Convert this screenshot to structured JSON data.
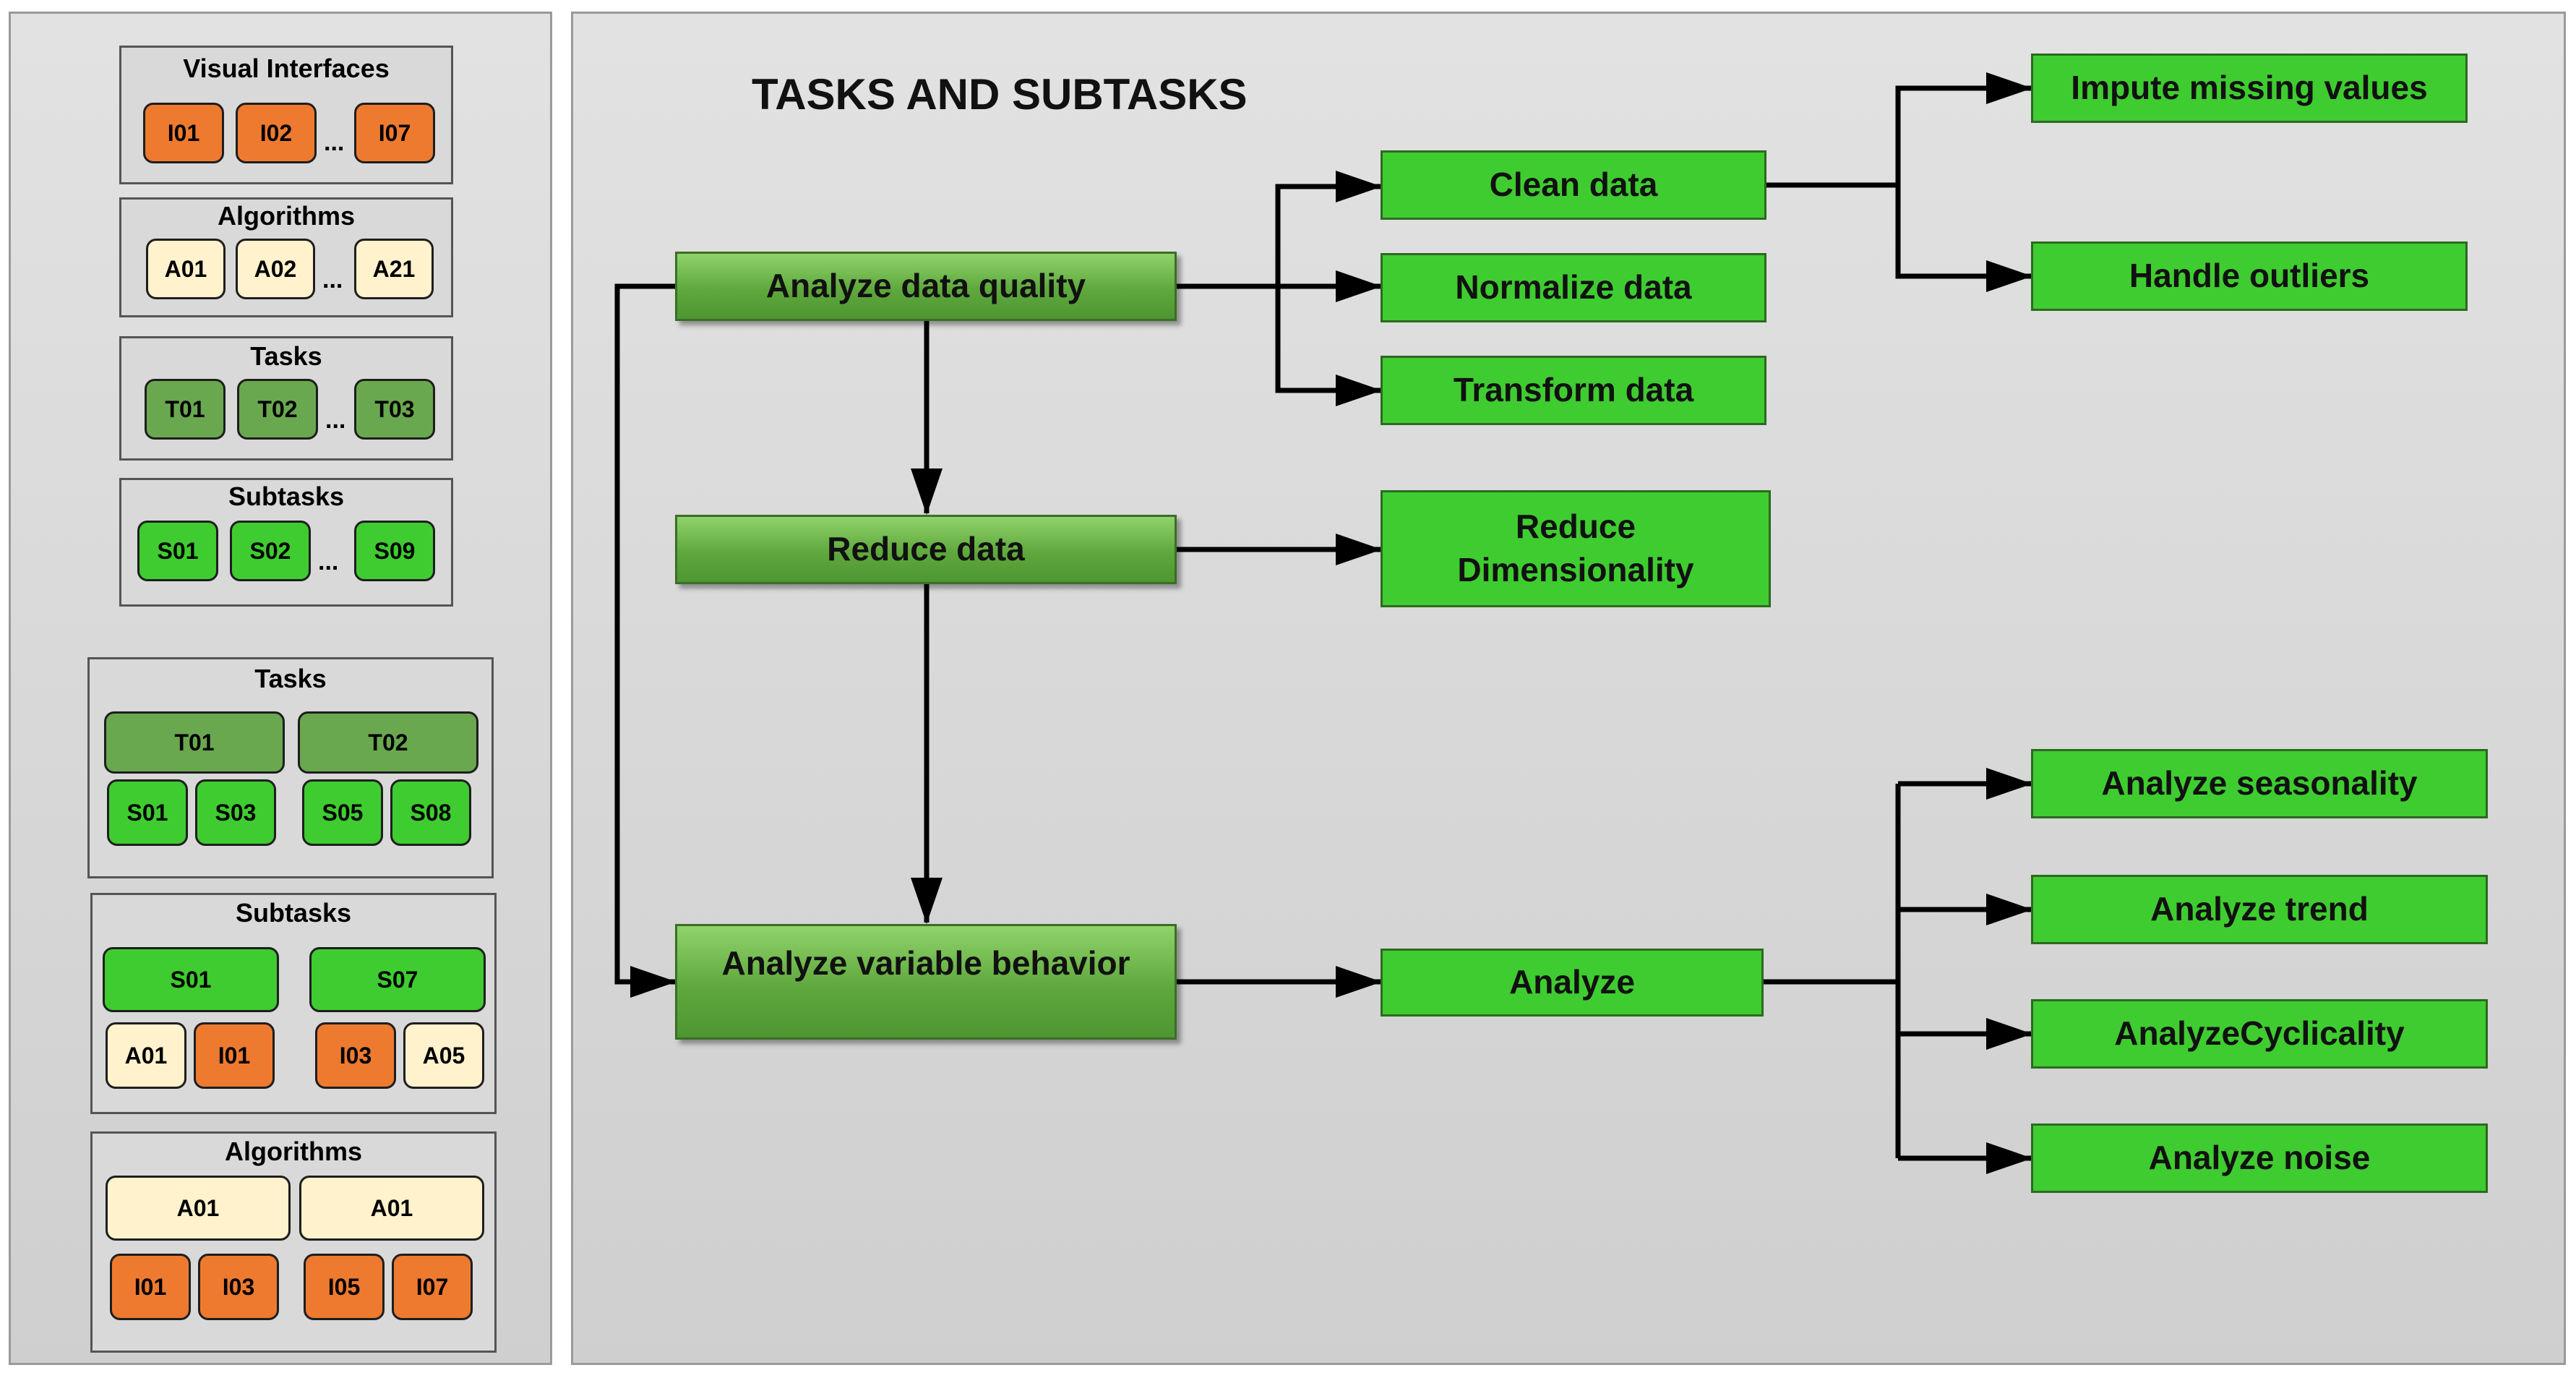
{
  "title": "TASKS AND SUBTASKS",
  "legend": {
    "visual_interfaces": {
      "title": "Visual Interfaces",
      "chips": [
        "I01",
        "I02",
        "I07"
      ],
      "ellipsis": "..."
    },
    "algorithms": {
      "title": "Algorithms",
      "chips": [
        "A01",
        "A02",
        "A21"
      ],
      "ellipsis": "..."
    },
    "tasks": {
      "title": "Tasks",
      "chips": [
        "T01",
        "T02",
        "T03"
      ],
      "ellipsis": "..."
    },
    "subtasks": {
      "title": "Subtasks",
      "chips": [
        "S01",
        "S02",
        "S09"
      ],
      "ellipsis": "..."
    }
  },
  "examples": {
    "tasks": {
      "title": "Tasks",
      "t1": "T01",
      "t1_subs": [
        "S01",
        "S03"
      ],
      "t2": "T02",
      "t2_subs": [
        "S05",
        "S08"
      ]
    },
    "subtasks": {
      "title": "Subtasks",
      "s1": "S01",
      "s1_items": [
        "A01",
        "I01"
      ],
      "s2": "S07",
      "s2_items": [
        "I03",
        "A05"
      ]
    },
    "algorithms": {
      "title": "Algorithms",
      "a1": "A01",
      "a1_items": [
        "I01",
        "I03"
      ],
      "a2": "A01",
      "a2_items": [
        "I05",
        "I07"
      ]
    }
  },
  "tasks": {
    "quality": "Analyze data quality",
    "reduce": "Reduce data",
    "behavior": "Analyze variable behavior"
  },
  "subtasks": {
    "clean": "Clean data",
    "normalize": "Normalize data",
    "transform": "Transform data",
    "reduce_dim": "Reduce\nDimensionality",
    "analyze": "Analyze",
    "impute": "Impute missing values",
    "outliers": "Handle outliers",
    "seasonality": "Analyze seasonality",
    "trend": "Analyze trend",
    "cyclicality": "AnalyzeCyclicality",
    "noise": "Analyze noise"
  },
  "colors": {
    "visual_interface": "#ee7a30",
    "algorithm": "#fff2cc",
    "task": "#6aa84f",
    "subtask": "#3fcc30"
  }
}
